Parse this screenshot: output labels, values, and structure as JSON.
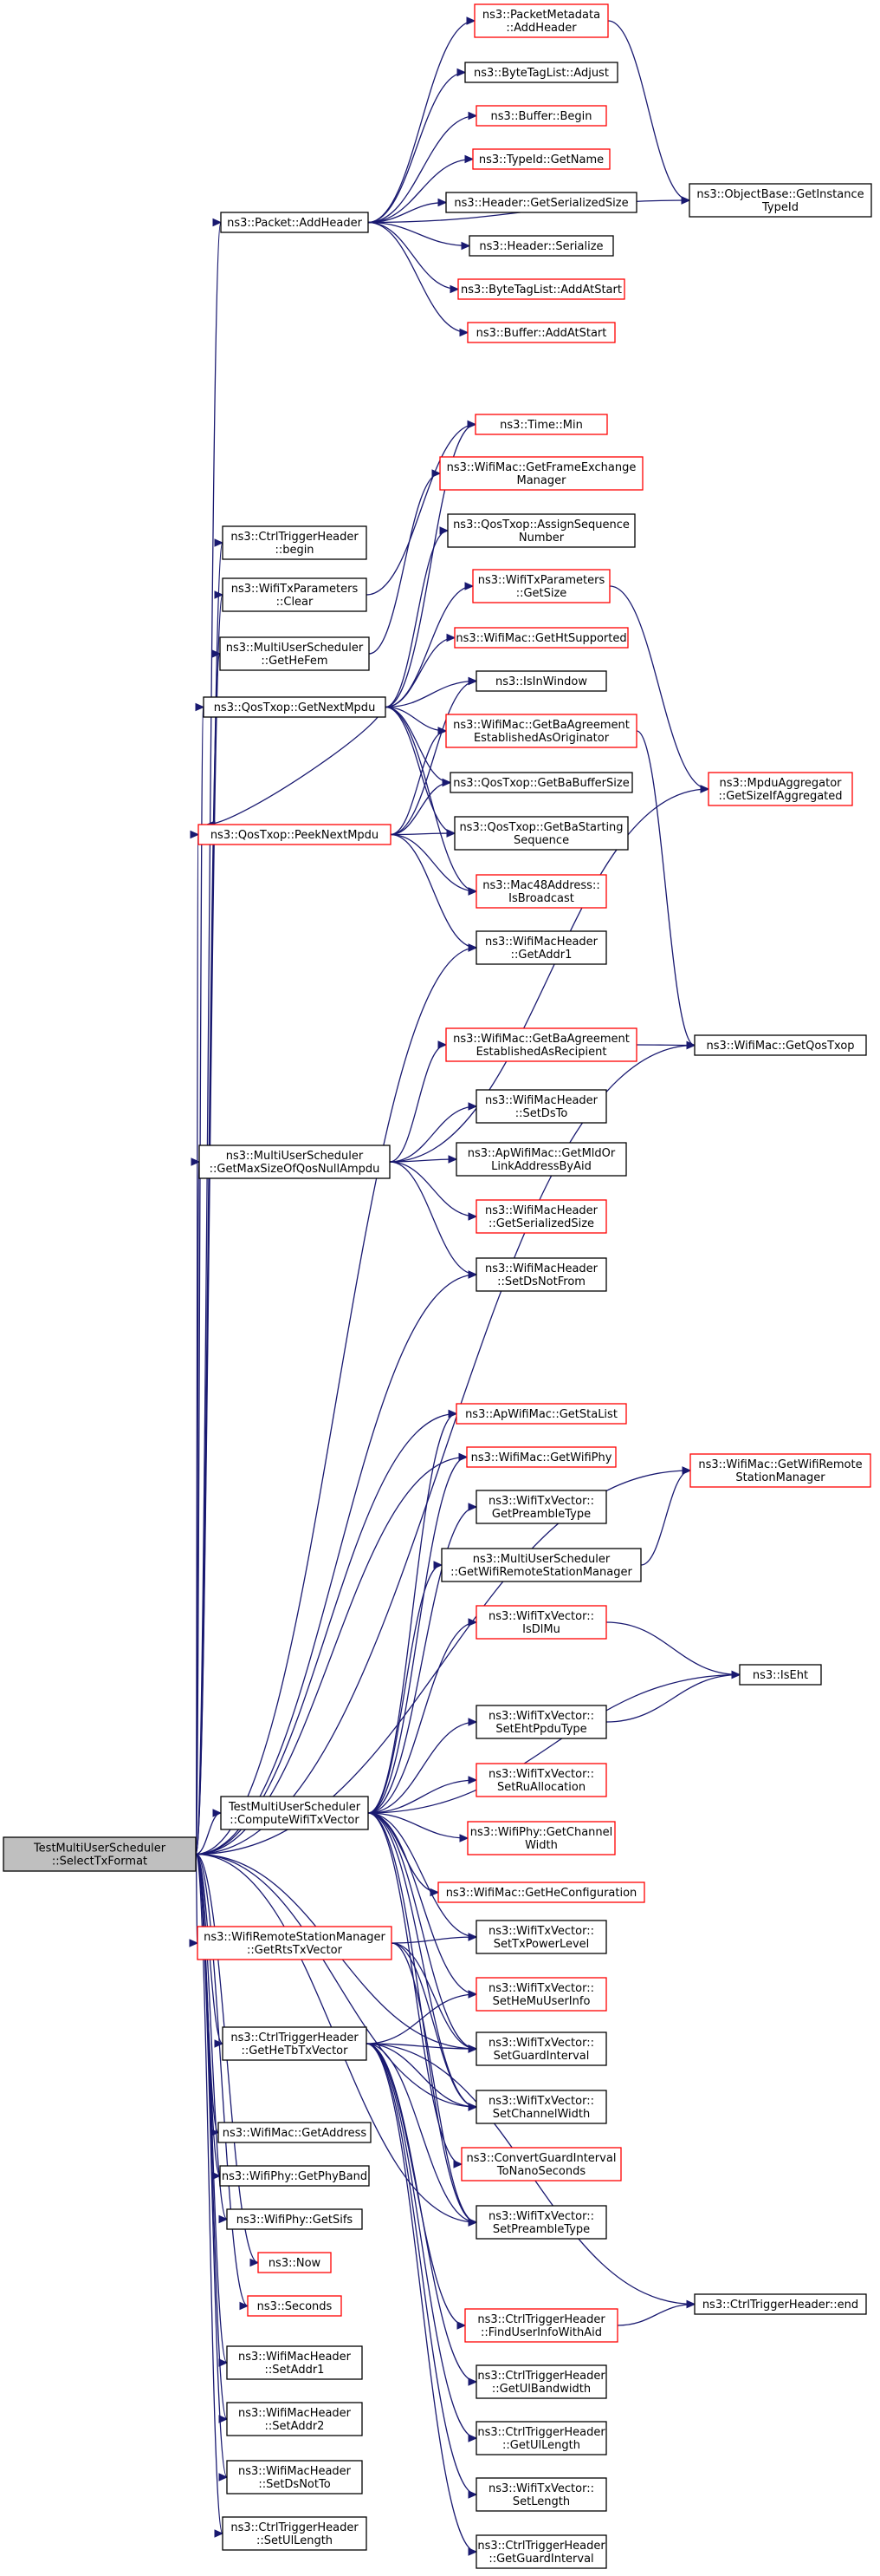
{
  "graph": {
    "colors": {
      "edge": "#191970",
      "normal_border": "#000000",
      "external_border": "#ff0000",
      "root_fill": "#bfbfbf"
    },
    "nodes": [
      {
        "id": "root",
        "lines": [
          "TestMultiUserScheduler",
          "::SelectTxFormat"
        ],
        "style": "root"
      },
      {
        "id": "pkt_addheader",
        "lines": [
          "ns3::Packet::AddHeader"
        ],
        "style": "normal"
      },
      {
        "id": "pktmeta_addheader",
        "lines": [
          "ns3::PacketMetadata",
          "::AddHeader"
        ],
        "style": "red"
      },
      {
        "id": "bytetag_adjust",
        "lines": [
          "ns3::ByteTagList::Adjust"
        ],
        "style": "normal"
      },
      {
        "id": "buffer_begin",
        "lines": [
          "ns3::Buffer::Begin"
        ],
        "style": "red"
      },
      {
        "id": "typeid_getname",
        "lines": [
          "ns3::TypeId::GetName"
        ],
        "style": "red"
      },
      {
        "id": "header_getsersize",
        "lines": [
          "ns3::Header::GetSerializedSize"
        ],
        "style": "normal"
      },
      {
        "id": "header_serialize",
        "lines": [
          "ns3::Header::Serialize"
        ],
        "style": "normal"
      },
      {
        "id": "bytetag_addatstart",
        "lines": [
          "ns3::ByteTagList::AddAtStart"
        ],
        "style": "red"
      },
      {
        "id": "buffer_addatstart",
        "lines": [
          "ns3::Buffer::AddAtStart"
        ],
        "style": "red"
      },
      {
        "id": "objbase_getinst",
        "lines": [
          "ns3::ObjectBase::GetInstance",
          "TypeId"
        ],
        "style": "normal"
      },
      {
        "id": "time_min",
        "lines": [
          "ns3::Time::Min"
        ],
        "style": "red"
      },
      {
        "id": "ctrltrig_begin",
        "lines": [
          "ns3::CtrlTriggerHeader",
          "::begin"
        ],
        "style": "normal"
      },
      {
        "id": "wifimac_getfem",
        "lines": [
          "ns3::WifiMac::GetFrameExchange",
          "Manager"
        ],
        "style": "red"
      },
      {
        "id": "qostxop_assignseq",
        "lines": [
          "ns3::QosTxop::AssignSequence",
          "Number"
        ],
        "style": "normal"
      },
      {
        "id": "wifitxparams_clear",
        "lines": [
          "ns3::WifiTxParameters",
          "::Clear"
        ],
        "style": "normal"
      },
      {
        "id": "wifitxparams_getsize",
        "lines": [
          "ns3::WifiTxParameters",
          "::GetSize"
        ],
        "style": "red"
      },
      {
        "id": "mus_gethefem",
        "lines": [
          "ns3::MultiUserScheduler",
          "::GetHeFem"
        ],
        "style": "normal"
      },
      {
        "id": "wifimac_gethtsupp",
        "lines": [
          "ns3::WifiMac::GetHtSupported"
        ],
        "style": "red"
      },
      {
        "id": "qostxop_getnextmpdu",
        "lines": [
          "ns3::QosTxop::GetNextMpdu"
        ],
        "style": "normal"
      },
      {
        "id": "isinwindow",
        "lines": [
          "ns3::IsInWindow"
        ],
        "style": "normal"
      },
      {
        "id": "wifimac_getbaorig",
        "lines": [
          "ns3::WifiMac::GetBaAgreement",
          "EstablishedAsOriginator"
        ],
        "style": "red"
      },
      {
        "id": "mpduagg_getsize",
        "lines": [
          "ns3::MpduAggregator",
          "::GetSizeIfAggregated"
        ],
        "style": "red"
      },
      {
        "id": "qostxop_getbabuf",
        "lines": [
          "ns3::QosTxop::GetBaBufferSize"
        ],
        "style": "normal"
      },
      {
        "id": "qostxop_peeknextmpdu",
        "lines": [
          "ns3::QosTxop::PeekNextMpdu"
        ],
        "style": "red"
      },
      {
        "id": "qostxop_getbastart",
        "lines": [
          "ns3::QosTxop::GetBaStarting",
          "Sequence"
        ],
        "style": "normal"
      },
      {
        "id": "mac48_isbroadcast",
        "lines": [
          "ns3::Mac48Address::",
          "IsBroadcast"
        ],
        "style": "red"
      },
      {
        "id": "wifimachdr_getaddr1",
        "lines": [
          "ns3::WifiMacHeader",
          "::GetAddr1"
        ],
        "style": "normal"
      },
      {
        "id": "wifimac_getbarecip",
        "lines": [
          "ns3::WifiMac::GetBaAgreement",
          "EstablishedAsRecipient"
        ],
        "style": "red"
      },
      {
        "id": "wifimac_getqostxop",
        "lines": [
          "ns3::WifiMac::GetQosTxop"
        ],
        "style": "normal"
      },
      {
        "id": "wifimachdr_setdsto",
        "lines": [
          "ns3::WifiMacHeader",
          "::SetDsTo"
        ],
        "style": "normal"
      },
      {
        "id": "mus_getmaxsize",
        "lines": [
          "ns3::MultiUserScheduler",
          "::GetMaxSizeOfQosNullAmpdu"
        ],
        "style": "normal"
      },
      {
        "id": "apwifimac_getmld",
        "lines": [
          "ns3::ApWifiMac::GetMldOr",
          "LinkAddressByAid"
        ],
        "style": "normal"
      },
      {
        "id": "wifimachdr_getsersize",
        "lines": [
          "ns3::WifiMacHeader",
          "::GetSerializedSize"
        ],
        "style": "red"
      },
      {
        "id": "wifimachdr_setdsnotfrom",
        "lines": [
          "ns3::WifiMacHeader",
          "::SetDsNotFrom"
        ],
        "style": "normal"
      },
      {
        "id": "apwifimac_getstalist",
        "lines": [
          "ns3::ApWifiMac::GetStaList"
        ],
        "style": "red"
      },
      {
        "id": "wifimac_getwifiphy",
        "lines": [
          "ns3::WifiMac::GetWifiPhy"
        ],
        "style": "red"
      },
      {
        "id": "wifimac_getwrsm",
        "lines": [
          "ns3::WifiMac::GetWifiRemote",
          "StationManager"
        ],
        "style": "red"
      },
      {
        "id": "wifitxv_getpreamble",
        "lines": [
          "ns3::WifiTxVector::",
          "GetPreambleType"
        ],
        "style": "normal"
      },
      {
        "id": "mus_getwrsm",
        "lines": [
          "ns3::MultiUserScheduler",
          "::GetWifiRemoteStationManager"
        ],
        "style": "normal"
      },
      {
        "id": "wifitxv_isdlmu",
        "lines": [
          "ns3::WifiTxVector::",
          "IsDlMu"
        ],
        "style": "red"
      },
      {
        "id": "iseht",
        "lines": [
          "ns3::IsEht"
        ],
        "style": "normal"
      },
      {
        "id": "wifitxv_setehtppdu",
        "lines": [
          "ns3::WifiTxVector::",
          "SetEhtPpduType"
        ],
        "style": "normal"
      },
      {
        "id": "wifitxv_setru",
        "lines": [
          "ns3::WifiTxVector::",
          "SetRuAllocation"
        ],
        "style": "red"
      },
      {
        "id": "tmus_computetxv",
        "lines": [
          "TestMultiUserScheduler",
          "::ComputeWifiTxVector"
        ],
        "style": "normal"
      },
      {
        "id": "wifiphy_getchanwidth",
        "lines": [
          "ns3::WifiPhy::GetChannel",
          "Width"
        ],
        "style": "red"
      },
      {
        "id": "wifimac_gethecfg",
        "lines": [
          "ns3::WifiMac::GetHeConfiguration"
        ],
        "style": "red"
      },
      {
        "id": "wrsm_getrtstxv",
        "lines": [
          "ns3::WifiRemoteStationManager",
          "::GetRtsTxVector"
        ],
        "style": "red"
      },
      {
        "id": "wifitxv_settxpower",
        "lines": [
          "ns3::WifiTxVector::",
          "SetTxPowerLevel"
        ],
        "style": "normal"
      },
      {
        "id": "wifitxv_sethemuuser",
        "lines": [
          "ns3::WifiTxVector::",
          "SetHeMuUserInfo"
        ],
        "style": "red"
      },
      {
        "id": "ctrltrig_gethetbtxv",
        "lines": [
          "ns3::CtrlTriggerHeader",
          "::GetHeTbTxVector"
        ],
        "style": "normal"
      },
      {
        "id": "wifitxv_setgi",
        "lines": [
          "ns3::WifiTxVector::",
          "SetGuardInterval"
        ],
        "style": "normal"
      },
      {
        "id": "wifitxv_setchanwidth",
        "lines": [
          "ns3::WifiTxVector::",
          "SetChannelWidth"
        ],
        "style": "normal"
      },
      {
        "id": "wifimac_getaddress",
        "lines": [
          "ns3::WifiMac::GetAddress"
        ],
        "style": "normal"
      },
      {
        "id": "convertgi",
        "lines": [
          "ns3::ConvertGuardInterval",
          "ToNanoSeconds"
        ],
        "style": "red"
      },
      {
        "id": "wifiphy_getphyband",
        "lines": [
          "ns3::WifiPhy::GetPhyBand"
        ],
        "style": "normal"
      },
      {
        "id": "wifiphy_getsifs",
        "lines": [
          "ns3::WifiPhy::GetSifs"
        ],
        "style": "normal"
      },
      {
        "id": "wifitxv_setpreamble",
        "lines": [
          "ns3::WifiTxVector::",
          "SetPreambleType"
        ],
        "style": "normal"
      },
      {
        "id": "now",
        "lines": [
          "ns3::Now"
        ],
        "style": "red"
      },
      {
        "id": "ctrltrig_end",
        "lines": [
          "ns3::CtrlTriggerHeader::end"
        ],
        "style": "normal"
      },
      {
        "id": "seconds",
        "lines": [
          "ns3::Seconds"
        ],
        "style": "red"
      },
      {
        "id": "ctrltrig_finduser",
        "lines": [
          "ns3::CtrlTriggerHeader",
          "::FindUserInfoWithAid"
        ],
        "style": "red"
      },
      {
        "id": "wifimachdr_setaddr1",
        "lines": [
          "ns3::WifiMacHeader",
          "::SetAddr1"
        ],
        "style": "normal"
      },
      {
        "id": "ctrltrig_getulbw",
        "lines": [
          "ns3::CtrlTriggerHeader",
          "::GetUlBandwidth"
        ],
        "style": "normal"
      },
      {
        "id": "wifimachdr_setaddr2",
        "lines": [
          "ns3::WifiMacHeader",
          "::SetAddr2"
        ],
        "style": "normal"
      },
      {
        "id": "ctrltrig_getullen",
        "lines": [
          "ns3::CtrlTriggerHeader",
          "::GetUlLength"
        ],
        "style": "normal"
      },
      {
        "id": "wifimachdr_setdsnotto",
        "lines": [
          "ns3::WifiMacHeader",
          "::SetDsNotTo"
        ],
        "style": "normal"
      },
      {
        "id": "wifitxv_setlength",
        "lines": [
          "ns3::WifiTxVector::",
          "SetLength"
        ],
        "style": "normal"
      },
      {
        "id": "ctrltrig_setullen",
        "lines": [
          "ns3::CtrlTriggerHeader",
          "::SetUlLength"
        ],
        "style": "normal"
      },
      {
        "id": "ctrltrig_getgi",
        "lines": [
          "ns3::CtrlTriggerHeader",
          "::GetGuardInterval"
        ],
        "style": "normal"
      }
    ],
    "edges": [
      [
        "root",
        "pkt_addheader"
      ],
      [
        "root",
        "ctrltrig_begin"
      ],
      [
        "root",
        "wifitxparams_clear"
      ],
      [
        "root",
        "mus_gethefem"
      ],
      [
        "root",
        "qostxop_getnextmpdu"
      ],
      [
        "root",
        "qostxop_peeknextmpdu"
      ],
      [
        "root",
        "wifimachdr_getaddr1"
      ],
      [
        "root",
        "mus_getmaxsize"
      ],
      [
        "root",
        "wifimac_getqostxop"
      ],
      [
        "root",
        "wifimachdr_setdsnotfrom"
      ],
      [
        "root",
        "apwifimac_getstalist"
      ],
      [
        "root",
        "wifimac_getwifiphy"
      ],
      [
        "root",
        "wifimac_getwrsm"
      ],
      [
        "root",
        "tmus_computetxv"
      ],
      [
        "root",
        "wrsm_getrtstxv"
      ],
      [
        "root",
        "ctrltrig_gethetbtxv"
      ],
      [
        "root",
        "wifitxv_setgi"
      ],
      [
        "root",
        "wifitxv_setchanwidth"
      ],
      [
        "root",
        "wifimac_getaddress"
      ],
      [
        "root",
        "wifiphy_getphyband"
      ],
      [
        "root",
        "wifiphy_getsifs"
      ],
      [
        "root",
        "wifitxv_setpreamble"
      ],
      [
        "root",
        "now"
      ],
      [
        "root",
        "seconds"
      ],
      [
        "root",
        "wifimachdr_setaddr1"
      ],
      [
        "root",
        "wifimachdr_setaddr2"
      ],
      [
        "root",
        "wifimachdr_setdsnotto"
      ],
      [
        "root",
        "ctrltrig_setullen"
      ],
      [
        "pkt_addheader",
        "pktmeta_addheader"
      ],
      [
        "pkt_addheader",
        "bytetag_adjust"
      ],
      [
        "pkt_addheader",
        "buffer_begin"
      ],
      [
        "pkt_addheader",
        "typeid_getname"
      ],
      [
        "pkt_addheader",
        "header_getsersize"
      ],
      [
        "pkt_addheader",
        "header_serialize"
      ],
      [
        "pkt_addheader",
        "bytetag_addatstart"
      ],
      [
        "pkt_addheader",
        "buffer_addatstart"
      ],
      [
        "pkt_addheader",
        "objbase_getinst"
      ],
      [
        "pktmeta_addheader",
        "objbase_getinst"
      ],
      [
        "wifitxparams_clear",
        "time_min"
      ],
      [
        "mus_gethefem",
        "wifimac_getfem"
      ],
      [
        "qostxop_getnextmpdu",
        "time_min"
      ],
      [
        "qostxop_getnextmpdu",
        "qostxop_assignseq"
      ],
      [
        "qostxop_getnextmpdu",
        "wifitxparams_getsize"
      ],
      [
        "qostxop_getnextmpdu",
        "wifimac_gethtsupp"
      ],
      [
        "qostxop_getnextmpdu",
        "isinwindow"
      ],
      [
        "qostxop_getnextmpdu",
        "wifimac_getbaorig"
      ],
      [
        "qostxop_getnextmpdu",
        "qostxop_getbabuf"
      ],
      [
        "qostxop_getnextmpdu",
        "qostxop_peeknextmpdu"
      ],
      [
        "qostxop_getnextmpdu",
        "qostxop_getbastart"
      ],
      [
        "qostxop_getnextmpdu",
        "mac48_isbroadcast"
      ],
      [
        "wifitxparams_getsize",
        "mpduagg_getsize"
      ],
      [
        "wifimac_getbaorig",
        "wifimac_getqostxop"
      ],
      [
        "qostxop_peeknextmpdu",
        "isinwindow"
      ],
      [
        "qostxop_peeknextmpdu",
        "wifimac_getbaorig"
      ],
      [
        "qostxop_peeknextmpdu",
        "qostxop_getbabuf"
      ],
      [
        "qostxop_peeknextmpdu",
        "qostxop_getbastart"
      ],
      [
        "qostxop_peeknextmpdu",
        "mac48_isbroadcast"
      ],
      [
        "qostxop_peeknextmpdu",
        "wifimachdr_getaddr1"
      ],
      [
        "wifimac_getbarecip",
        "wifimac_getqostxop"
      ],
      [
        "mus_getmaxsize",
        "mpduagg_getsize"
      ],
      [
        "mus_getmaxsize",
        "wifimac_getbarecip"
      ],
      [
        "mus_getmaxsize",
        "wifimachdr_setdsto"
      ],
      [
        "mus_getmaxsize",
        "apwifimac_getmld"
      ],
      [
        "mus_getmaxsize",
        "wifimachdr_getsersize"
      ],
      [
        "mus_getmaxsize",
        "wifimachdr_setdsnotfrom"
      ],
      [
        "mus_getwrsm",
        "wifimac_getwrsm"
      ],
      [
        "wifitxv_isdlmu",
        "iseht"
      ],
      [
        "wifitxv_setehtppdu",
        "iseht"
      ],
      [
        "tmus_computetxv",
        "apwifimac_getstalist"
      ],
      [
        "tmus_computetxv",
        "wifimac_getwifiphy"
      ],
      [
        "tmus_computetxv",
        "wifitxv_getpreamble"
      ],
      [
        "tmus_computetxv",
        "mus_getwrsm"
      ],
      [
        "tmus_computetxv",
        "wifitxv_isdlmu"
      ],
      [
        "tmus_computetxv",
        "iseht"
      ],
      [
        "tmus_computetxv",
        "wifitxv_setehtppdu"
      ],
      [
        "tmus_computetxv",
        "wifitxv_setru"
      ],
      [
        "tmus_computetxv",
        "wifiphy_getchanwidth"
      ],
      [
        "tmus_computetxv",
        "wifimac_gethecfg"
      ],
      [
        "tmus_computetxv",
        "wifitxv_settxpower"
      ],
      [
        "tmus_computetxv",
        "wifitxv_sethemuuser"
      ],
      [
        "tmus_computetxv",
        "wifitxv_setgi"
      ],
      [
        "tmus_computetxv",
        "wifitxv_setchanwidth"
      ],
      [
        "tmus_computetxv",
        "convertgi"
      ],
      [
        "tmus_computetxv",
        "wifitxv_setpreamble"
      ],
      [
        "wrsm_getrtstxv",
        "wifitxv_settxpower"
      ],
      [
        "wrsm_getrtstxv",
        "wifitxv_setgi"
      ],
      [
        "wrsm_getrtstxv",
        "wifitxv_setchanwidth"
      ],
      [
        "wrsm_getrtstxv",
        "wifitxv_setpreamble"
      ],
      [
        "ctrltrig_gethetbtxv",
        "wifitxv_sethemuuser"
      ],
      [
        "ctrltrig_gethetbtxv",
        "wifitxv_setgi"
      ],
      [
        "ctrltrig_gethetbtxv",
        "wifitxv_setchanwidth"
      ],
      [
        "ctrltrig_gethetbtxv",
        "wifitxv_setpreamble"
      ],
      [
        "ctrltrig_gethetbtxv",
        "ctrltrig_end"
      ],
      [
        "ctrltrig_gethetbtxv",
        "ctrltrig_finduser"
      ],
      [
        "ctrltrig_gethetbtxv",
        "ctrltrig_getulbw"
      ],
      [
        "ctrltrig_gethetbtxv",
        "ctrltrig_getullen"
      ],
      [
        "ctrltrig_gethetbtxv",
        "wifitxv_setlength"
      ],
      [
        "ctrltrig_gethetbtxv",
        "ctrltrig_getgi"
      ],
      [
        "ctrltrig_finduser",
        "ctrltrig_end"
      ]
    ]
  }
}
